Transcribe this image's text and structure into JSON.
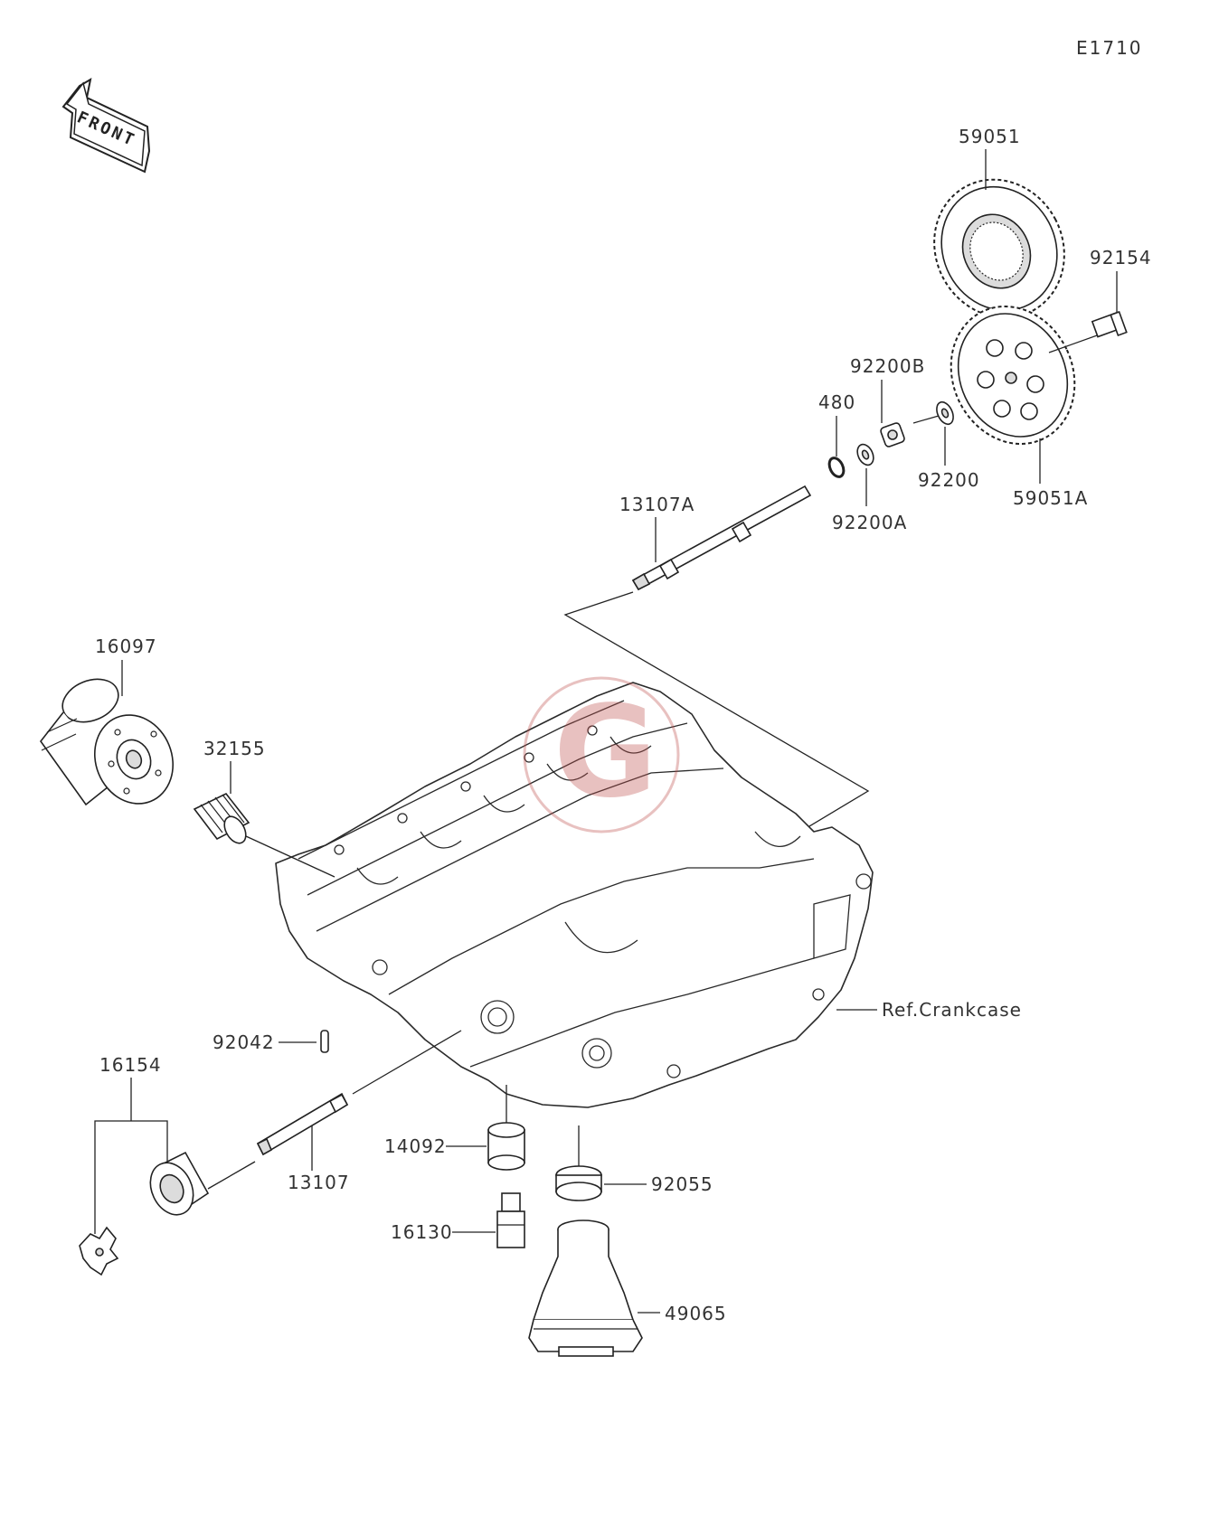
{
  "diagram": {
    "code": "E1710",
    "front_label": "FRONT",
    "ref_label": "Ref.Crankcase",
    "watermark_letter": "G",
    "colors": {
      "line": "#222222",
      "text": "#333333",
      "watermark": "#c0504d"
    },
    "parts": {
      "p59051": "59051",
      "p92154": "92154",
      "p92200B": "92200B",
      "p480": "480",
      "p92200": "92200",
      "p59051A": "59051A",
      "p92200A": "92200A",
      "p13107A": "13107A",
      "p16097": "16097",
      "p32155": "32155",
      "p92042": "92042",
      "p16154": "16154",
      "p13107": "13107",
      "p14092": "14092",
      "p92055": "92055",
      "p16130": "16130",
      "p49065": "49065"
    }
  }
}
